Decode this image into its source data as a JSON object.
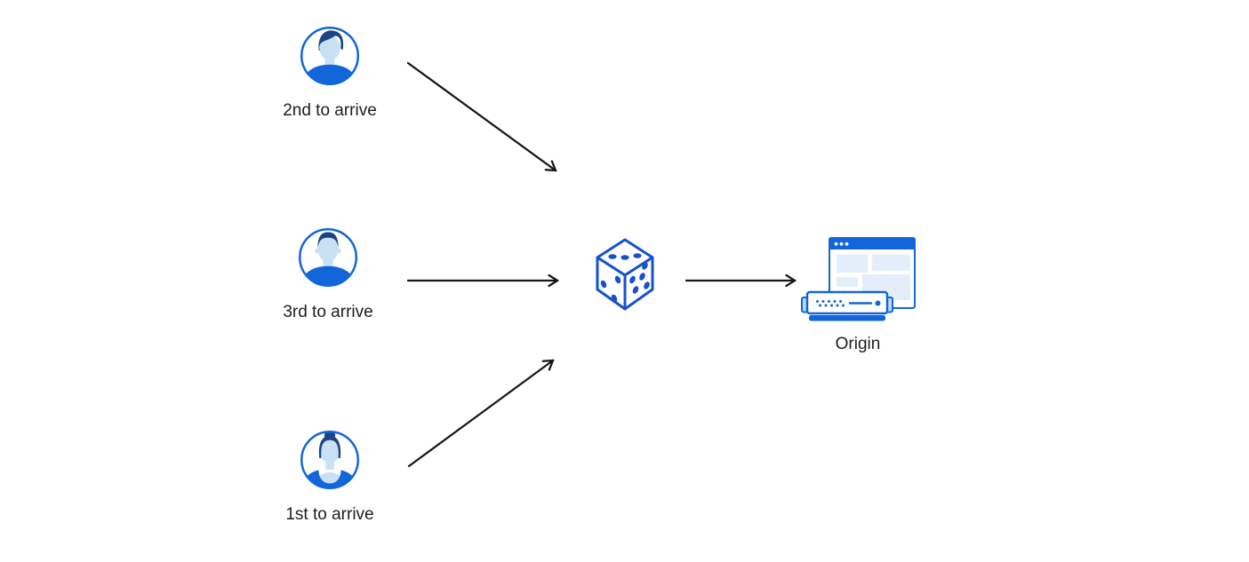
{
  "diagram": {
    "users": [
      {
        "label": "2nd to arrive",
        "icon": "man-swoosh-hair-avatar-icon"
      },
      {
        "label": "3rd to arrive",
        "icon": "man-short-hair-avatar-icon"
      },
      {
        "label": "1st to arrive",
        "icon": "woman-bun-hair-avatar-icon"
      }
    ],
    "randomizer": {
      "icon": "dice-icon"
    },
    "origin": {
      "label": "Origin",
      "icon": "origin-server-browser-icon"
    },
    "arrows": [
      {
        "from": "user-2nd-to-arrive",
        "to": "dice"
      },
      {
        "from": "user-3rd-to-arrive",
        "to": "dice"
      },
      {
        "from": "user-1st-to-arrive",
        "to": "dice"
      },
      {
        "from": "dice",
        "to": "origin"
      }
    ],
    "colors": {
      "blue": "#1266d9",
      "dice_blue": "#1751cc",
      "hair_navy": "#1c4482",
      "skin_blue": "#c9e1f5",
      "panel_light": "#e4eefa",
      "tab_light": "#bfdbf3",
      "arrow_black": "#161616",
      "text_black": "#1d1d1f",
      "background": "#ffffff"
    }
  }
}
